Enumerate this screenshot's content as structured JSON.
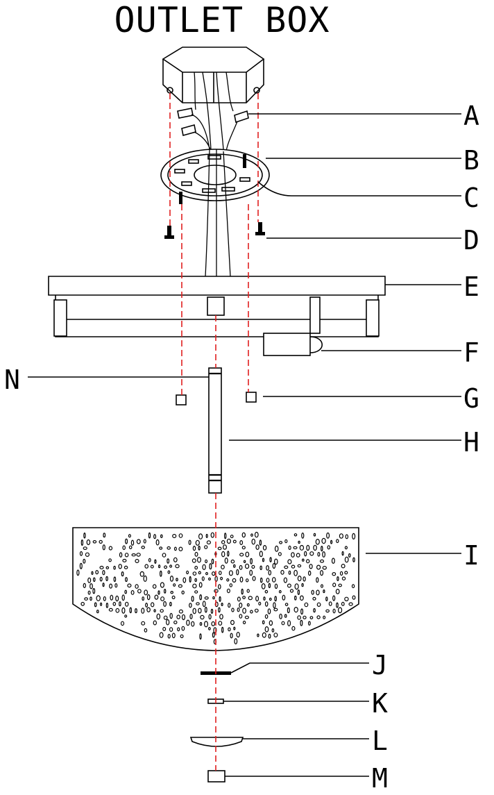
{
  "title": "OUTLET BOX",
  "labels": {
    "A": "A",
    "B": "B",
    "C": "C",
    "D": "D",
    "E": "E",
    "F": "F",
    "G": "G",
    "H": "H",
    "I": "I",
    "J": "J",
    "K": "K",
    "L": "L",
    "M": "M",
    "N": "N"
  },
  "colors": {
    "line": "#000000",
    "axis_dash": "#e01e1e",
    "background": "#ffffff"
  }
}
